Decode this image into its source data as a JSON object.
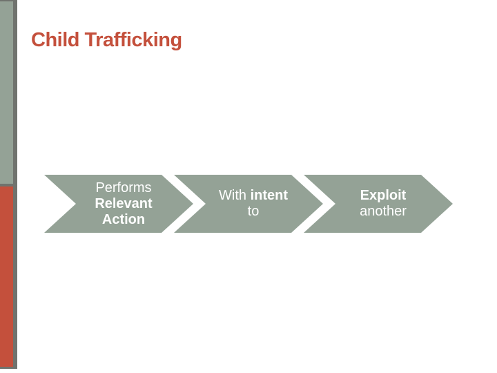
{
  "slide": {
    "title": "Child Trafficking",
    "background": "#FFFFFF"
  },
  "colors": {
    "title_red": "#C4503C",
    "sidebar_red": "#C4503C",
    "sage_green": "#94A296",
    "border_gray": "#70736E",
    "arrow_text_white": "#FFFFFF"
  },
  "flow": {
    "type": "chevron-process",
    "direction": "left-to-right",
    "steps": [
      {
        "id": "step-1",
        "segments": [
          {
            "text": "Performs",
            "bold": false,
            "line": 1
          },
          {
            "text": "Relevant",
            "bold": true,
            "line": 2
          },
          {
            "text": "Action",
            "bold": true,
            "line": 3
          }
        ]
      },
      {
        "id": "step-2",
        "segments": [
          {
            "text": "With ",
            "bold": false,
            "line": 1
          },
          {
            "text": "intent",
            "bold": true,
            "line": 1
          },
          {
            "text": "to",
            "bold": false,
            "line": 2
          }
        ]
      },
      {
        "id": "step-3",
        "segments": [
          {
            "text": "Exploit",
            "bold": true,
            "line": 1
          },
          {
            "text": "another",
            "bold": false,
            "line": 2
          }
        ]
      }
    ]
  }
}
